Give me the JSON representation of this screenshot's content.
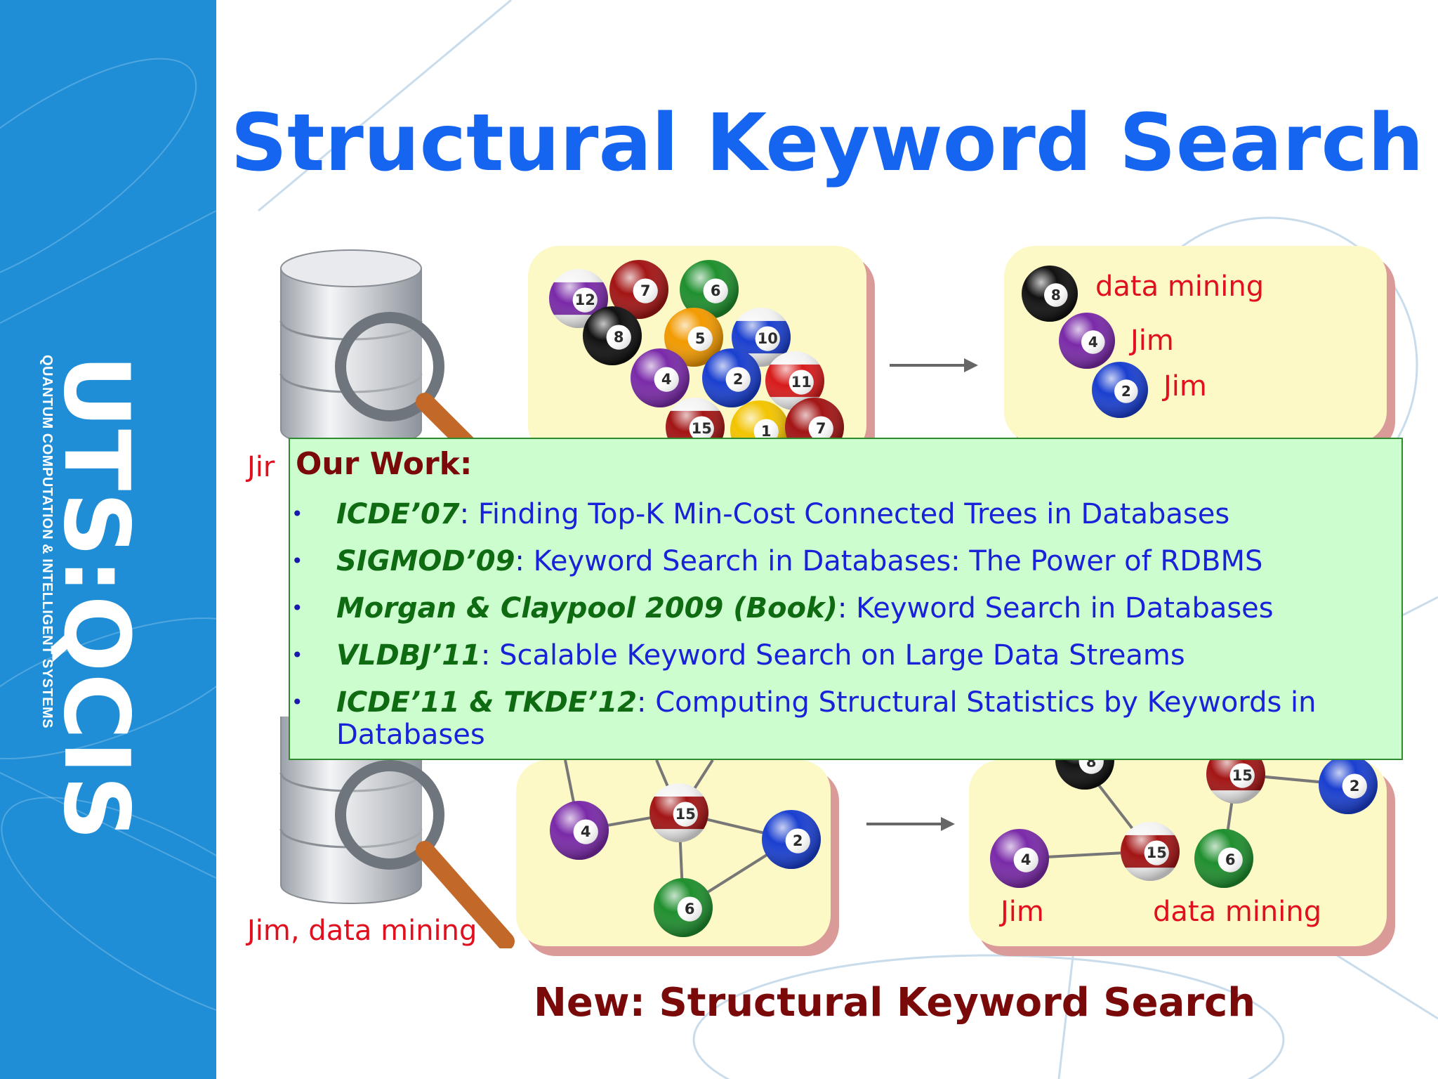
{
  "slide": {
    "title": "Structural Keyword Search",
    "caption": "New: Structural Keyword Search"
  },
  "sidebar": {
    "logo_text": "UTS:QCIS",
    "logo_subtitle": "QUANTUM COMPUTATION & INTELLIGENT SYSTEMS"
  },
  "top_row": {
    "query_label": "Jir",
    "result_labels": [
      "data mining",
      "Jim",
      "Jim"
    ],
    "balls_left": [
      "12",
      "7",
      "6",
      "8",
      "5",
      "10",
      "4",
      "2",
      "11",
      "15",
      "1",
      "7"
    ],
    "balls_right": [
      "8",
      "4",
      "2"
    ]
  },
  "bottom_row": {
    "query_label": "Jim, data mining",
    "result_labels": [
      "Jim",
      "data mining"
    ],
    "graph_left_balls": [
      "4",
      "15",
      "2",
      "6"
    ],
    "graph_right_balls": [
      "8",
      "15",
      "2",
      "4",
      "15",
      "6"
    ]
  },
  "overlay": {
    "heading": "Our Work:",
    "bullet_symbol": "•",
    "items": [
      {
        "venue": "ICDE’07",
        "title": "Finding Top-K Min-Cost Connected Trees in Databases"
      },
      {
        "venue": "SIGMOD’09",
        "title": "Keyword Search in Databases: The Power of RDBMS"
      },
      {
        "venue": "Morgan & Claypool 2009 (Book)",
        "title": "Keyword Search in Databases"
      },
      {
        "venue": "VLDBJ’11",
        "title": "Scalable Keyword Search on Large Data Streams"
      },
      {
        "venue": "ICDE’11 & TKDE’12",
        "title": "Computing Structural Statistics by Keywords in Databases"
      }
    ]
  },
  "colors": {
    "sidebar_blue": "#1f8ed6",
    "title_blue": "#1565f0",
    "keyword_red": "#e0101e",
    "caption_maroon": "#7a0a0a",
    "panel_fill": "#fdf9c6",
    "overlay_fill": "#ccfdce",
    "venue_green": "#0f6b12",
    "pub_title_blue": "#1a22d9"
  }
}
